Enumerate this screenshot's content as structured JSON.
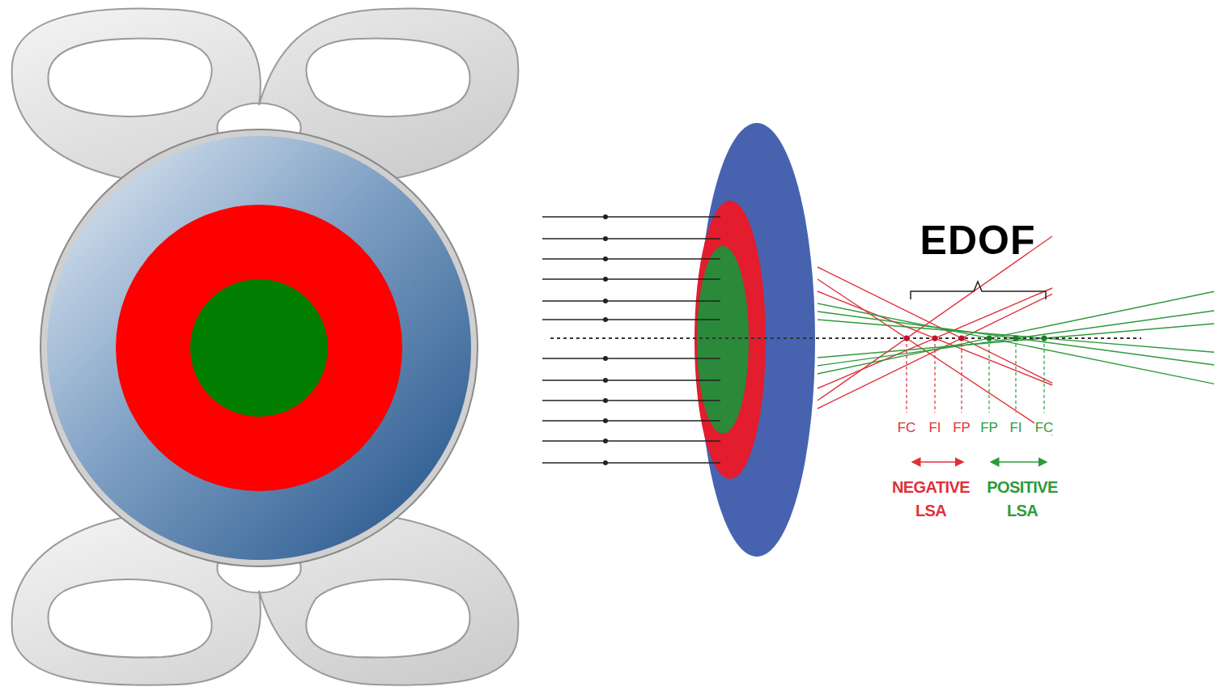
{
  "diagram": {
    "labels": [
      "EDOF",
      "FC",
      "FI",
      "FP",
      "FP",
      "FI",
      "FC",
      "NEGATIVE LSA",
      "POSITIVE LSA"
    ]
  }
}
